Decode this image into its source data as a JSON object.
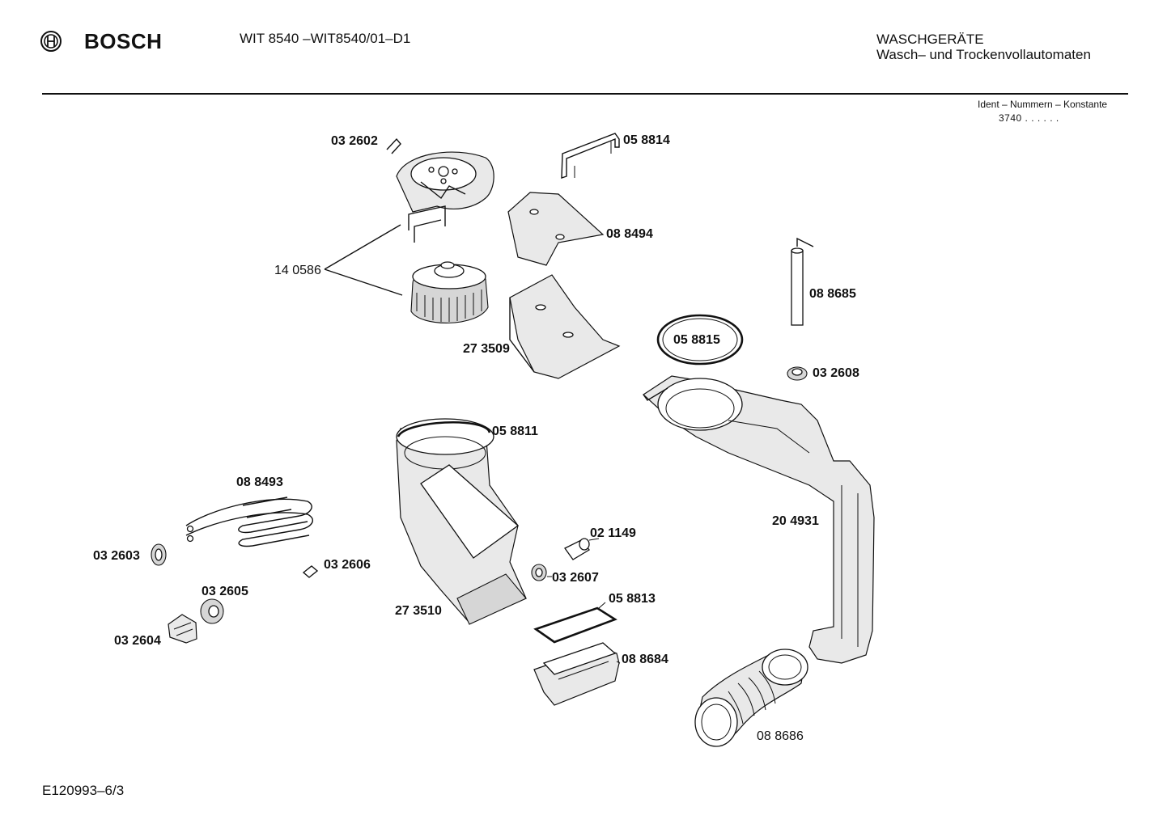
{
  "header": {
    "brand": "BOSCH",
    "model_line": "WIT 8540 –WIT8540/01–D1",
    "category_title": "WASCHGERÄTE",
    "category_subtitle": "Wasch– und Trockenvollautomaten",
    "ident_label": "Ident – Nummern – Konstante",
    "ident_value": "3740 . . . . . ."
  },
  "footer": {
    "drawing_code": "E120993–6/3"
  },
  "parts": [
    "03 2602",
    "05 8814",
    "08 8494",
    "14 0586",
    "08 8685",
    "05 8815",
    "27 3509",
    "03 2608",
    "05 8811",
    "08 8493",
    "20 4931",
    "02 1149",
    "03 2603",
    "03 2606",
    "03 2607",
    "03 2605",
    "05 8813",
    "27 3510",
    "03 2604",
    "08 8684",
    "08 8686"
  ]
}
